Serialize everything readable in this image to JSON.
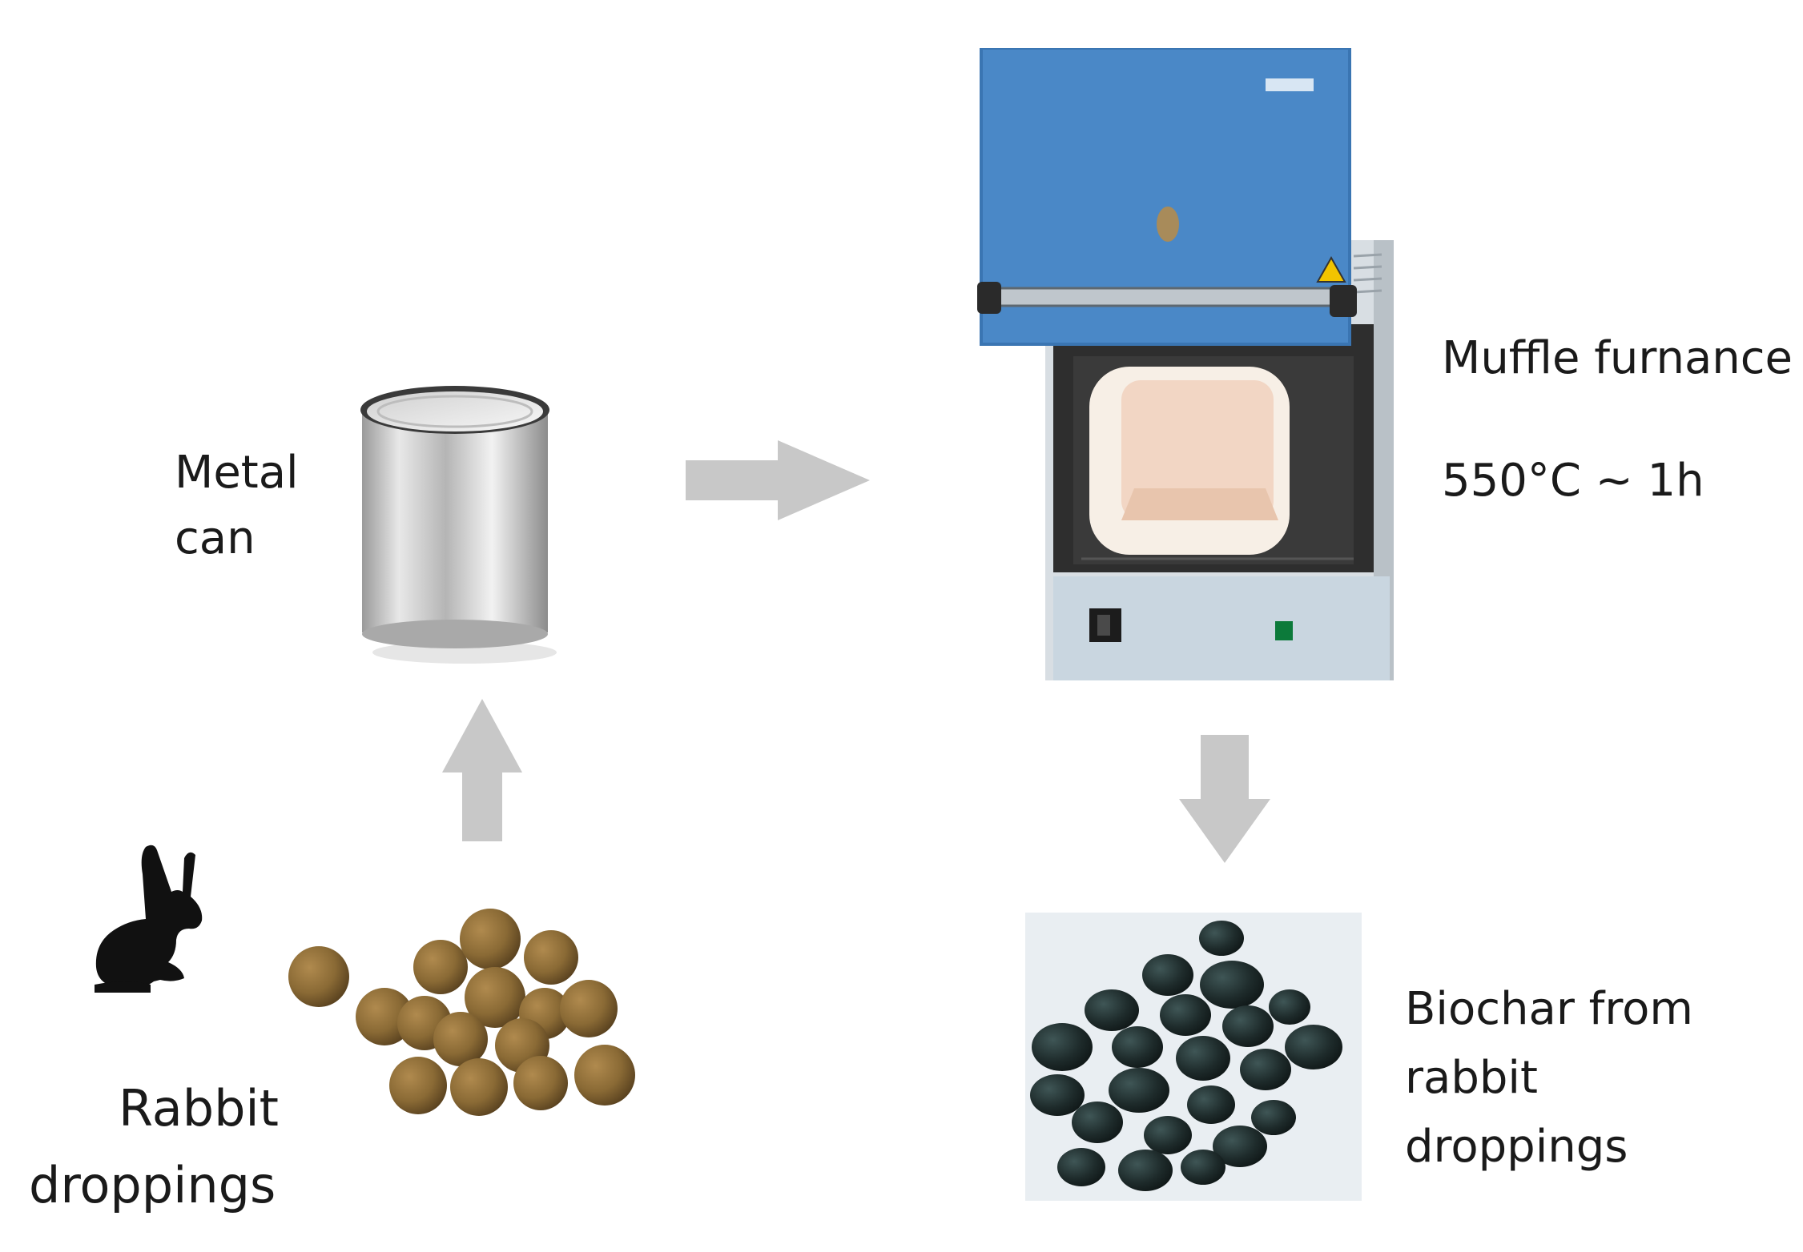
{
  "labels": {
    "metal_can_line1": "Metal",
    "metal_can_line2": "can",
    "muffle_furnace": "Muffle furnance",
    "furnace_conditions": "550°C ~ 1h",
    "rabbit_droppings_line1": "Rabbit",
    "rabbit_droppings_line2": "droppings",
    "biochar_line1": "Biochar from",
    "biochar_line2": "rabbit",
    "biochar_line3": "droppings"
  },
  "colors": {
    "arrow": "#c8c8c8",
    "furnace_door": "#4a88c7",
    "furnace_body": "#c9d6e0",
    "chamber": "#f6e4d6",
    "raw_droppings": "#8a6a35",
    "biochar": "#1e2b2b"
  },
  "icons": {
    "rabbit": "rabbit-silhouette-icon",
    "flow": "arrow-icon"
  }
}
